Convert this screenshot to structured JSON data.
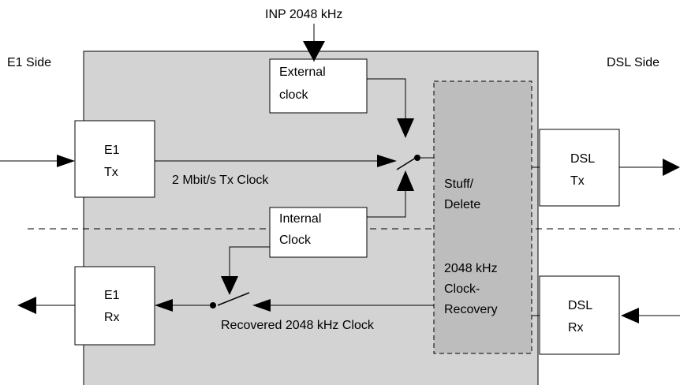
{
  "labels": {
    "input": "INP 2048 kHz",
    "e1_side": "E1 Side",
    "dsl_side": "DSL Side",
    "tx_clock": "2 Mbit/s Tx Clock",
    "recovered_clock": "Recovered 2048 kHz Clock"
  },
  "blocks": {
    "external_clock": [
      "External",
      "clock"
    ],
    "internal_clock": [
      "Internal",
      "Clock"
    ],
    "e1_tx": [
      "E1",
      "Tx"
    ],
    "e1_rx": [
      "E1",
      "Rx"
    ],
    "dsl_tx": [
      "DSL",
      "Tx"
    ],
    "dsl_rx": [
      "DSL",
      "Rx"
    ],
    "stuff_delete": [
      "Stuff/",
      "Delete"
    ],
    "clock_recovery": [
      "2048 kHz",
      "Clock-",
      "Recovery"
    ]
  },
  "colors": {
    "panel": "#d3d3d3",
    "box": "#ffffff",
    "line": "#000000"
  }
}
